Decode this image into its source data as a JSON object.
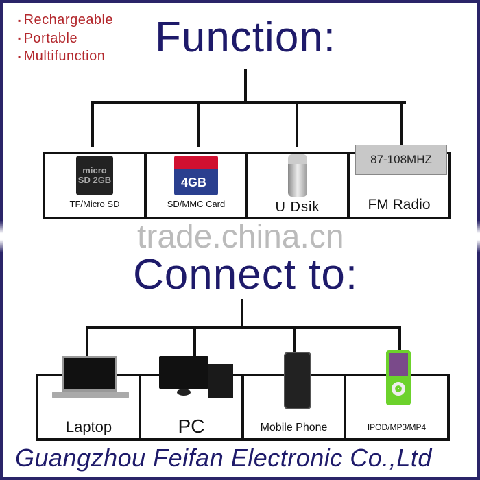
{
  "features": [
    "Rechargeable",
    "Portable",
    "Multifunction"
  ],
  "function_title": "Function:",
  "functions": [
    {
      "label": "TF/Micro SD",
      "icon": "microsd-card-icon",
      "icon_text": "micro SD 2GB"
    },
    {
      "label": "SD/MMC Card",
      "icon": "sd-card-icon",
      "icon_text": "4GB"
    },
    {
      "label": "U Dsik",
      "icon": "usb-drive-icon"
    },
    {
      "label": "FM Radio",
      "icon": "radio-icon",
      "icon_text": "87-108MHZ"
    }
  ],
  "watermark": "trade.china.cn",
  "connect_title": "Connect to:",
  "connections": [
    {
      "label": "Laptop",
      "icon": "laptop-icon"
    },
    {
      "label": "PC",
      "icon": "desktop-pc-icon"
    },
    {
      "label": "Mobile Phone",
      "icon": "mobile-phone-icon"
    },
    {
      "label": "IPOD/MP3/MP4",
      "icon": "mp4-player-icon"
    }
  ],
  "footer": "Guangzhou Feifan Electronic Co.,Ltd",
  "colors": {
    "title": "#1e1a6a",
    "bullets": "#b3282d",
    "border": "#2a2468"
  }
}
